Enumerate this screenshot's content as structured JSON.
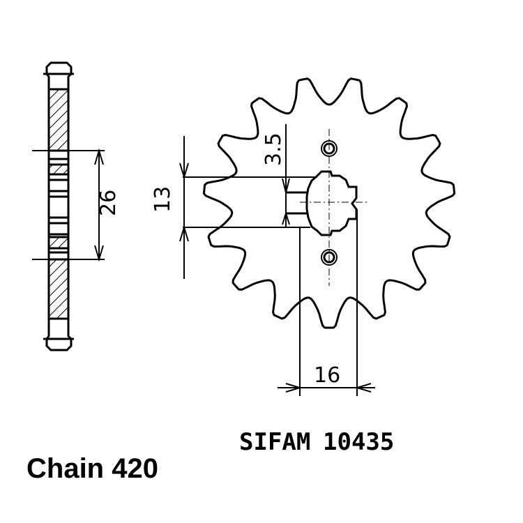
{
  "dimensions": {
    "hub_width": "26",
    "keyway_height": "13",
    "key_depth": "3.5",
    "bore": "16"
  },
  "brand": "SIFAM",
  "part_number": "10435",
  "chain": "Chain 420",
  "sprocket": {
    "teeth": 15
  }
}
